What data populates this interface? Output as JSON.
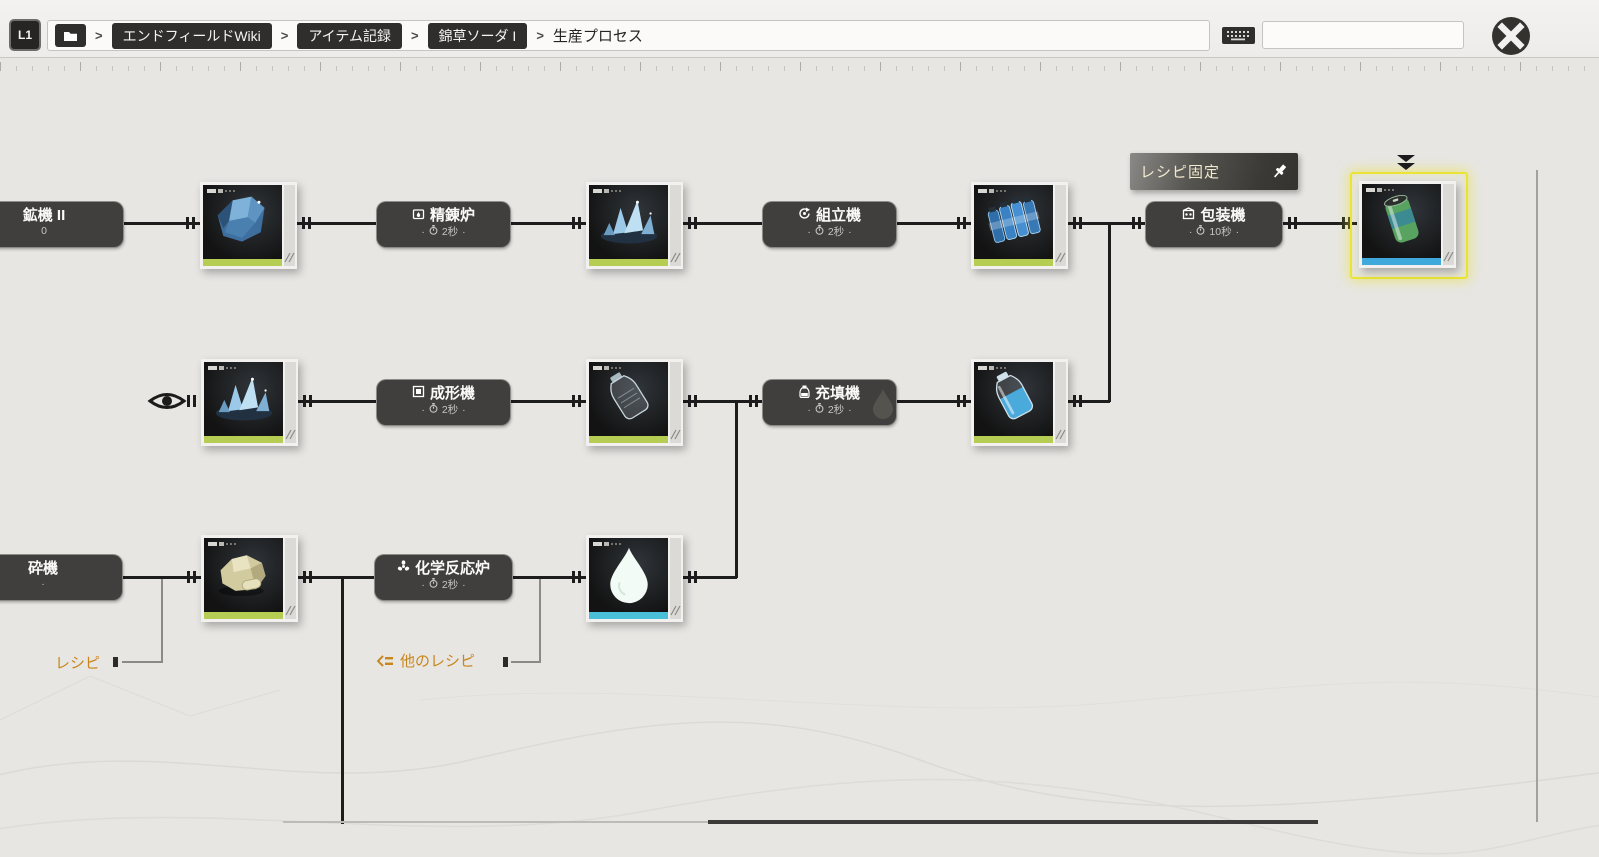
{
  "ui": {
    "dot": "·"
  },
  "topbar": {
    "badge": "L1",
    "separator": ">",
    "crumbs": [
      {
        "label": "エンドフィールドWiki"
      },
      {
        "label": "アイテム記録"
      },
      {
        "label": "錦草ソーダ I"
      }
    ],
    "current": "生産プロセス",
    "search": {
      "value": "",
      "placeholder": ""
    },
    "icons": [
      "folder-icon",
      "keyboard-icon",
      "search-icon",
      "close-icon"
    ]
  },
  "flow": {
    "pin_tooltip": "レシピ固定",
    "machines": {
      "miner": {
        "label": "鉱機 II",
        "time": "0"
      },
      "refinery": {
        "label": "精錬炉",
        "time": "2秒"
      },
      "assembler": {
        "label": "組立機",
        "time": "2秒"
      },
      "packer": {
        "label": "包装機",
        "time": "10秒"
      },
      "molder": {
        "label": "成形機",
        "time": "2秒"
      },
      "filler": {
        "label": "充填機",
        "time": "2秒"
      },
      "crusher": {
        "label": "砕機",
        "time": "·"
      },
      "reactor": {
        "label": "化学反応炉",
        "time": "2秒"
      }
    },
    "items": {
      "ore": "blue-crystal-ore",
      "shards": "crystal-shards",
      "bottle_pack": "bottle-pack",
      "soda_can": "herb-soda-can",
      "empty_bottle": "empty-bottle",
      "filled_bottle": "filled-water-bottle",
      "mineral": "pale-mineral-chunk",
      "droplet": "water-droplet"
    },
    "labels": {
      "recipe": "レシピ",
      "other_recipes": "他のレシピ"
    },
    "colors": {
      "highlight_yellow": "#e9e436",
      "material_bar_green": "#b5cd52",
      "liquid_bar_blue": "#3fa9dc",
      "accent_orange": "#c9861c",
      "wire": "#1d1d1d"
    }
  }
}
